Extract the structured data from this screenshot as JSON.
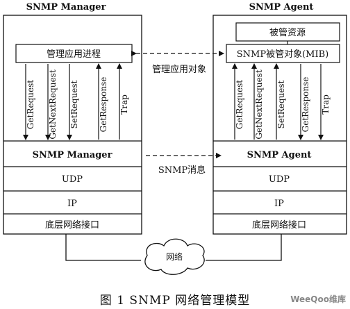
{
  "manager": {
    "title": "SNMP Manager",
    "process_label": "管理应用进程",
    "ops": [
      "GetRequest",
      "GetNextRequest",
      "SetRequest",
      "GetResponse",
      "Trap"
    ],
    "layers": [
      "SNMP Manager",
      "UDP",
      "IP",
      "底层网络接口"
    ]
  },
  "agent": {
    "title": "SNMP Agent",
    "resource_label": "被管资源",
    "mib_label": "SNMP被管对象(MIB)",
    "ops": [
      "GetRequest",
      "GetNextRequest",
      "SetRequest",
      "GetResponse",
      "Trap"
    ],
    "layers": [
      "SNMP  Agent",
      "UDP",
      "IP",
      "底层网络接口"
    ]
  },
  "links": {
    "objects_label": "管理应用对象",
    "messages_label": "SNMP消息",
    "network_label": "网络"
  },
  "caption": "图 1   SNMP 网络管理模型",
  "watermark": "WeeQoo维库"
}
